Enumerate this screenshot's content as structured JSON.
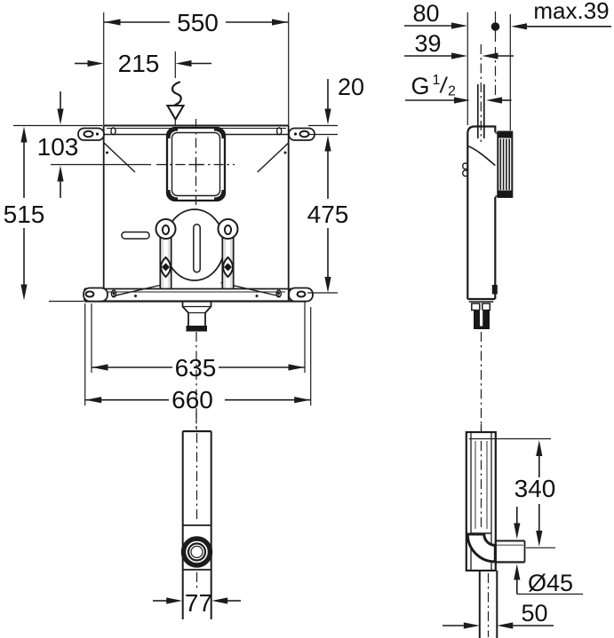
{
  "page": {
    "background": "#ffffff",
    "line_color": "#1c1c1c",
    "text_color": "#111111"
  },
  "drawing": {
    "dims": {
      "top_width": "550",
      "inlet_offset": "215",
      "shaft_center_depth": "103",
      "total_height": "515",
      "body_height": "475",
      "flange_height": "20",
      "fixing_hole_width": "635",
      "overall_width": "660",
      "outlet_front_width": "77",
      "wall_depth": "80",
      "max_protrusion": "max.39",
      "inlet_center_depth": "39",
      "thread_letter": "G",
      "thread_numerator": "1",
      "thread_denominator": "2",
      "flush_drop": "340",
      "flush_pipe_diameter": "Ø45",
      "flush_pipe_offset": "50"
    }
  }
}
